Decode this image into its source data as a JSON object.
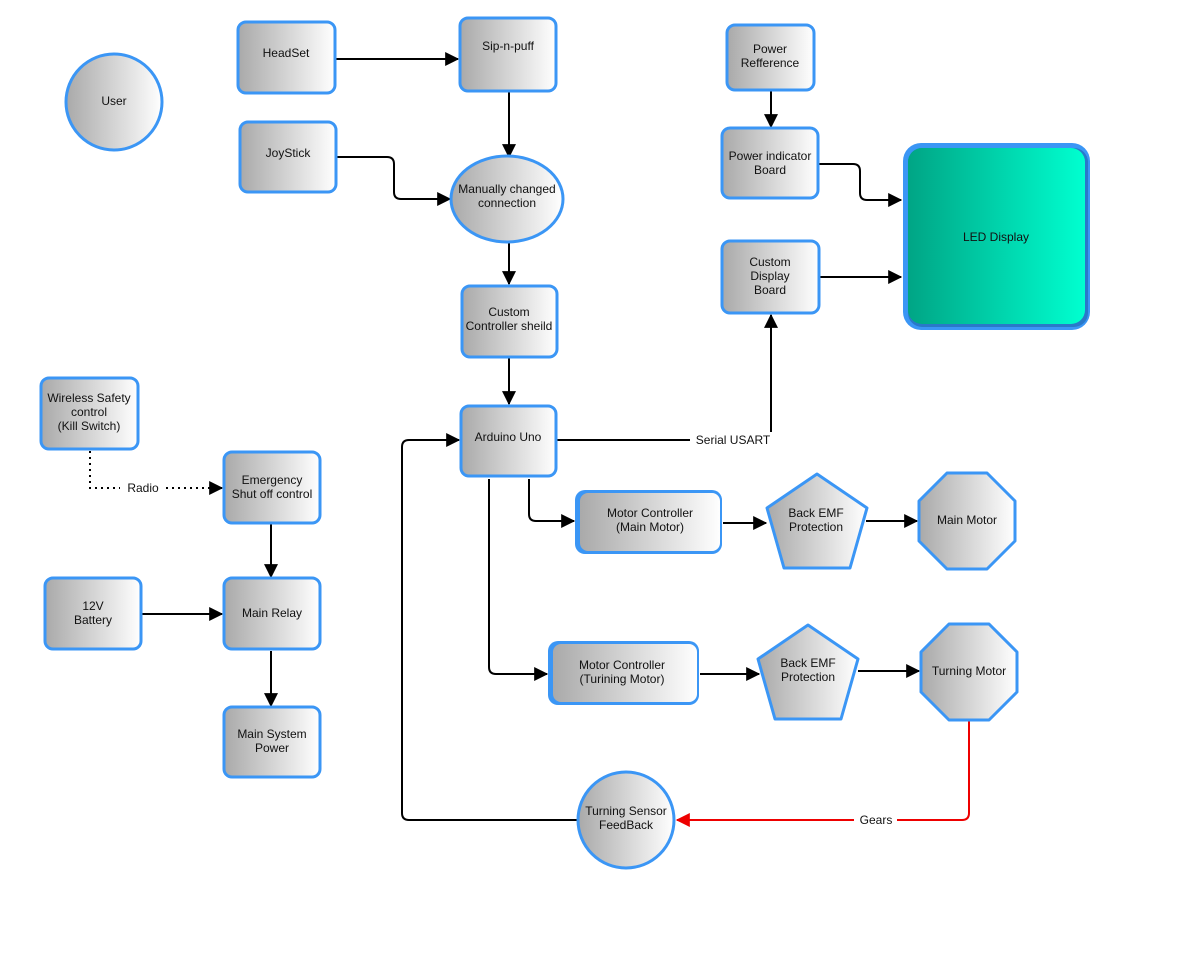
{
  "diagram": {
    "type": "block-diagram",
    "colors": {
      "node_border": "#3b96f5",
      "node_fill_dark": "#a9a9a9",
      "node_fill_light": "#ffffff",
      "display_fill_dark": "#00a585",
      "display_fill_light": "#00ffd0",
      "edge_default": "#000000",
      "edge_gears": "#ee0000"
    },
    "nodes": {
      "user": {
        "label": [
          "User"
        ]
      },
      "headset": {
        "label": [
          "HeadSet"
        ]
      },
      "sip_n_puff": {
        "label": [
          "Sip-n-puff"
        ]
      },
      "joystick": {
        "label": [
          "JoyStick"
        ]
      },
      "manual_connection": {
        "label": [
          "Manually changed",
          "connection"
        ]
      },
      "controller_shield": {
        "label": [
          "Custom",
          "Controller sheild"
        ]
      },
      "arduino": {
        "label": [
          "Arduino Uno"
        ]
      },
      "power_reference": {
        "label": [
          "Power",
          "Refference"
        ]
      },
      "power_indicator": {
        "label": [
          "Power indicator",
          "Board"
        ]
      },
      "display_board": {
        "label": [
          "Custom",
          "Display",
          "Board"
        ]
      },
      "led_display": {
        "label": [
          "LED Display"
        ]
      },
      "wireless_safety": {
        "label": [
          "Wireless Safety",
          "control",
          "(Kill Switch)"
        ]
      },
      "emergency_shutoff": {
        "label": [
          "Emergency",
          "Shut off control"
        ]
      },
      "battery": {
        "label": [
          "12V",
          "Battery"
        ]
      },
      "main_relay": {
        "label": [
          "Main Relay"
        ]
      },
      "main_system_power": {
        "label": [
          "Main System",
          "Power"
        ]
      },
      "motor_ctrl_main": {
        "label": [
          "Motor Controller",
          "(Main Motor)"
        ]
      },
      "back_emf_main": {
        "label": [
          "Back EMF",
          "Protection"
        ]
      },
      "main_motor": {
        "label": [
          "Main Motor"
        ]
      },
      "motor_ctrl_turn": {
        "label": [
          "Motor Controller",
          "(Turining Motor)"
        ]
      },
      "back_emf_turn": {
        "label": [
          "Back EMF",
          "Protection"
        ]
      },
      "turning_motor": {
        "label": [
          "Turning Motor"
        ]
      },
      "turning_sensor": {
        "label": [
          "Turning Sensor",
          "FeedBack"
        ]
      }
    },
    "edges": [
      {
        "id": "headset-to-sipnpuff",
        "from": "headset",
        "to": "sip_n_puff",
        "style": "solid",
        "label": ""
      },
      {
        "id": "sipnpuff-to-manual",
        "from": "sip_n_puff",
        "to": "manual_connection",
        "style": "solid",
        "label": ""
      },
      {
        "id": "joystick-to-manual",
        "from": "joystick",
        "to": "manual_connection",
        "style": "solid",
        "label": ""
      },
      {
        "id": "manual-to-shield",
        "from": "manual_connection",
        "to": "controller_shield",
        "style": "solid",
        "label": ""
      },
      {
        "id": "shield-to-arduino",
        "from": "controller_shield",
        "to": "arduino",
        "style": "solid",
        "label": ""
      },
      {
        "id": "arduino-to-displayboard",
        "from": "arduino",
        "to": "display_board",
        "style": "solid",
        "label": "Serial USART"
      },
      {
        "id": "powerref-to-indicator",
        "from": "power_reference",
        "to": "power_indicator",
        "style": "solid",
        "label": ""
      },
      {
        "id": "indicator-to-led",
        "from": "power_indicator",
        "to": "led_display",
        "style": "solid",
        "label": ""
      },
      {
        "id": "displayboard-to-led",
        "from": "display_board",
        "to": "led_display",
        "style": "solid",
        "label": ""
      },
      {
        "id": "wireless-to-emergency",
        "from": "wireless_safety",
        "to": "emergency_shutoff",
        "style": "dotted",
        "label": "Radio"
      },
      {
        "id": "emergency-to-relay",
        "from": "emergency_shutoff",
        "to": "main_relay",
        "style": "solid",
        "label": ""
      },
      {
        "id": "battery-to-relay",
        "from": "battery",
        "to": "main_relay",
        "style": "solid",
        "label": ""
      },
      {
        "id": "relay-to-systempower",
        "from": "main_relay",
        "to": "main_system_power",
        "style": "solid",
        "label": ""
      },
      {
        "id": "arduino-to-mcmain",
        "from": "arduino",
        "to": "motor_ctrl_main",
        "style": "solid",
        "label": ""
      },
      {
        "id": "mcmain-to-emfmain",
        "from": "motor_ctrl_main",
        "to": "back_emf_main",
        "style": "solid",
        "label": ""
      },
      {
        "id": "emfmain-to-mainmotor",
        "from": "back_emf_main",
        "to": "main_motor",
        "style": "solid",
        "label": ""
      },
      {
        "id": "arduino-to-mcturn",
        "from": "arduino",
        "to": "motor_ctrl_turn",
        "style": "solid",
        "label": ""
      },
      {
        "id": "mcturn-to-emfturn",
        "from": "motor_ctrl_turn",
        "to": "back_emf_turn",
        "style": "solid",
        "label": ""
      },
      {
        "id": "emfturn-to-turningmotor",
        "from": "back_emf_turn",
        "to": "turning_motor",
        "style": "solid",
        "label": ""
      },
      {
        "id": "turningmotor-to-sensor",
        "from": "turning_motor",
        "to": "turning_sensor",
        "style": "solid-red",
        "label": "Gears"
      },
      {
        "id": "sensor-to-arduino",
        "from": "turning_sensor",
        "to": "arduino",
        "style": "solid",
        "label": ""
      }
    ]
  }
}
